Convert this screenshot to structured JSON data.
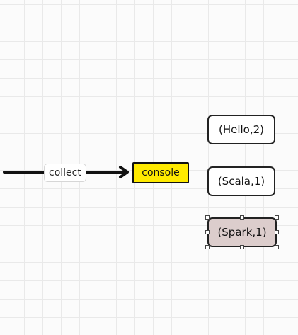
{
  "edge": {
    "label": "collect"
  },
  "nodes": {
    "console": {
      "label": "console",
      "fill": "#ffea00"
    },
    "tuples": [
      {
        "label": "(Hello,2)"
      },
      {
        "label": "(Scala,1)"
      },
      {
        "label": "(Spark,1)",
        "selected": true,
        "fill": "#dccdcc"
      }
    ]
  }
}
